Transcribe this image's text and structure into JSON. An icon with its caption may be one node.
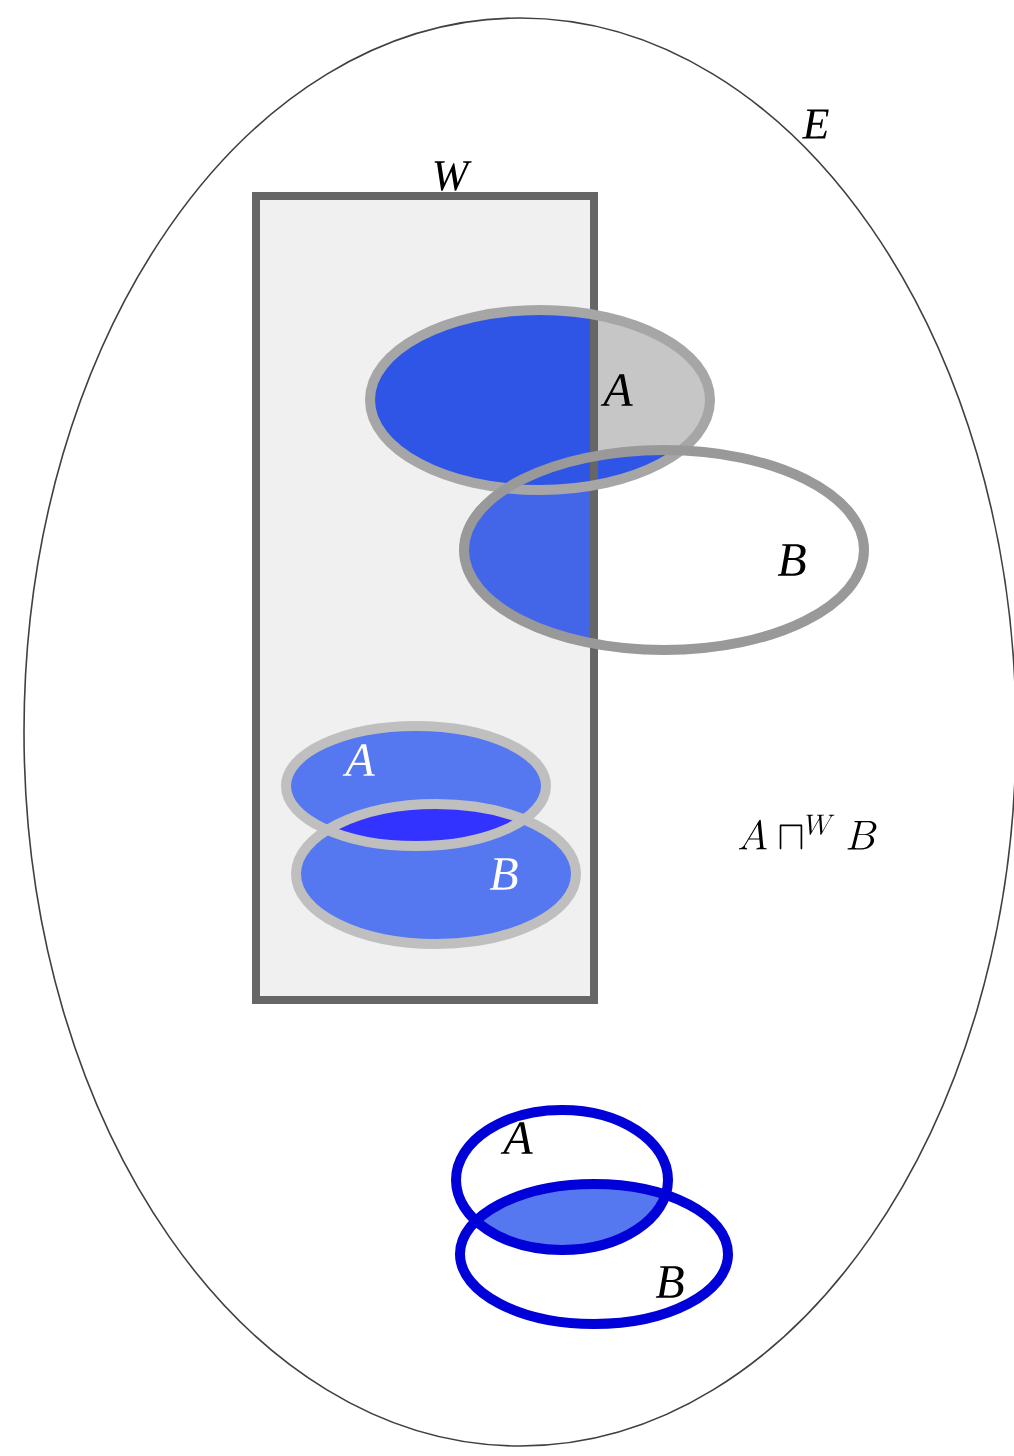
{
  "diagram": {
    "nodes": [
      {
        "text": [
          "E"
        ]
      },
      {
        "text": [
          "W"
        ],
        "in": 0
      },
      {
        "text": [
          "A"
        ],
        "in": 0
      },
      {
        "text": [
          "B"
        ],
        "in": 0
      },
      {
        "text": [
          "A"
        ],
        "in": 1
      },
      {
        "text": [
          "B"
        ],
        "in": 1
      },
      {
        "text": [
          "A"
        ],
        "in": 0
      },
      {
        "text": [
          "B"
        ],
        "in": 0
      }
    ],
    "labels": [
      "A \\sqcap^W B"
    ]
  }
}
